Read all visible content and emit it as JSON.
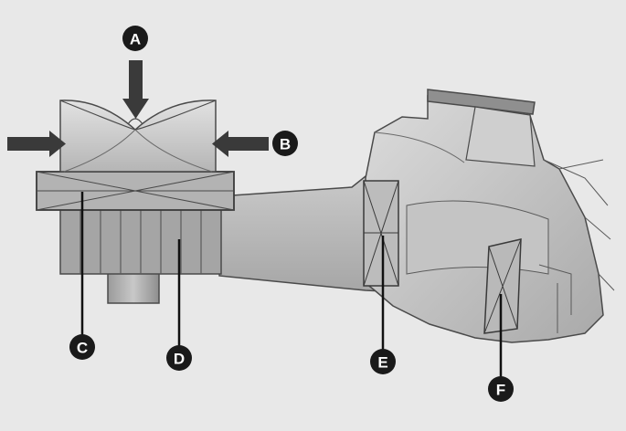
{
  "callouts": {
    "a": {
      "letter": "A"
    },
    "b": {
      "letter": "B"
    },
    "c": {
      "letter": "C"
    },
    "d": {
      "letter": "D"
    },
    "e": {
      "letter": "E"
    },
    "f": {
      "letter": "F"
    }
  },
  "colors": {
    "background": "#e8e8e8",
    "body_light": "#d4d4d4",
    "body_mid": "#bdbdbd",
    "body_dark": "#9a9a9a",
    "outline": "#4a4a4a",
    "arrow": "#3a3a3a",
    "callout_fill": "#1a1a1a",
    "callout_text": "#ffffff"
  }
}
